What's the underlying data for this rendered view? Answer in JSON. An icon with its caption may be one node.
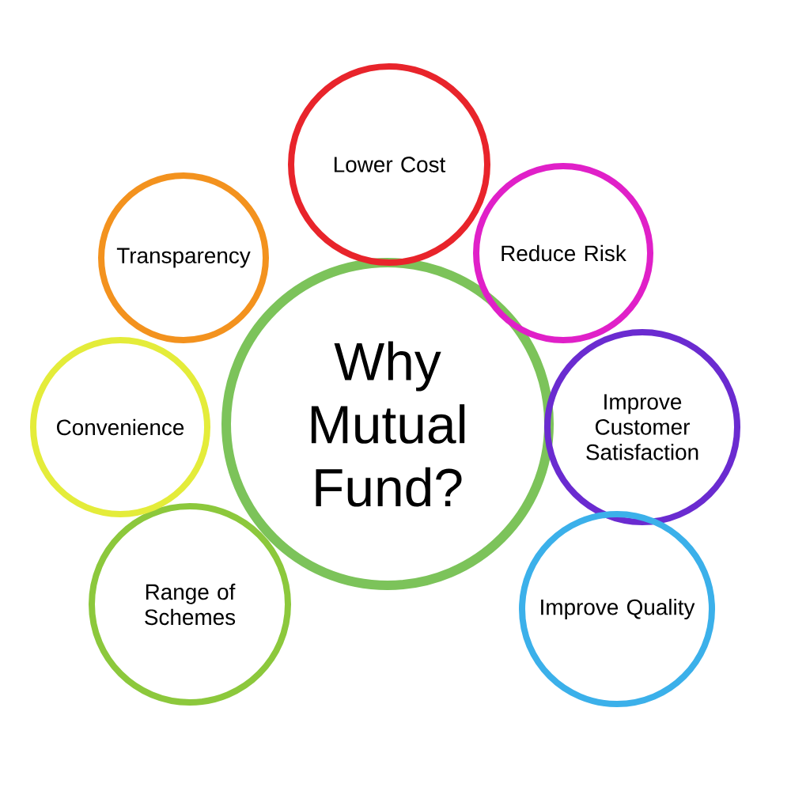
{
  "diagram": {
    "nodes": [
      {
        "text": [
          "Why Mutual Fund?"
        ]
      },
      {
        "text": [
          "Lower Cost"
        ]
      },
      {
        "text": [
          "Reduce Risk"
        ]
      },
      {
        "text": [
          "Improve Customer Satisfaction"
        ]
      },
      {
        "text": [
          "Improve Quality"
        ]
      },
      {
        "text": [
          "Range of Schemes"
        ]
      },
      {
        "text": [
          "Convenience"
        ]
      },
      {
        "text": [
          "Transparency"
        ]
      }
    ]
  }
}
